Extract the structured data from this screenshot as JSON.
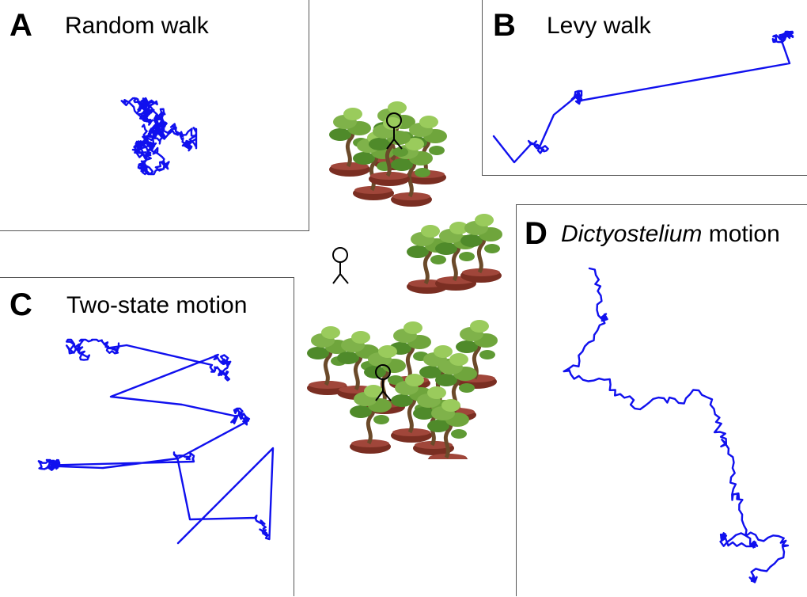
{
  "colors": {
    "trail": "#1010ee",
    "foliage": "#7fb24a",
    "foliage_dark": "#4f8a2a",
    "trunk": "#6b4a2a",
    "pot": "#7a2e22"
  },
  "panels": {
    "a": {
      "letter": "A",
      "title": "Random walk"
    },
    "b": {
      "letter": "B",
      "title": "Levy walk"
    },
    "c": {
      "letter": "C",
      "title": "Two-state motion"
    },
    "d": {
      "letter": "D",
      "title_italic": "Dictyostelium",
      "title_rest": " motion"
    }
  },
  "icons": {
    "tree": "bonsai-tree-icon",
    "person": "stick-figure-icon"
  }
}
